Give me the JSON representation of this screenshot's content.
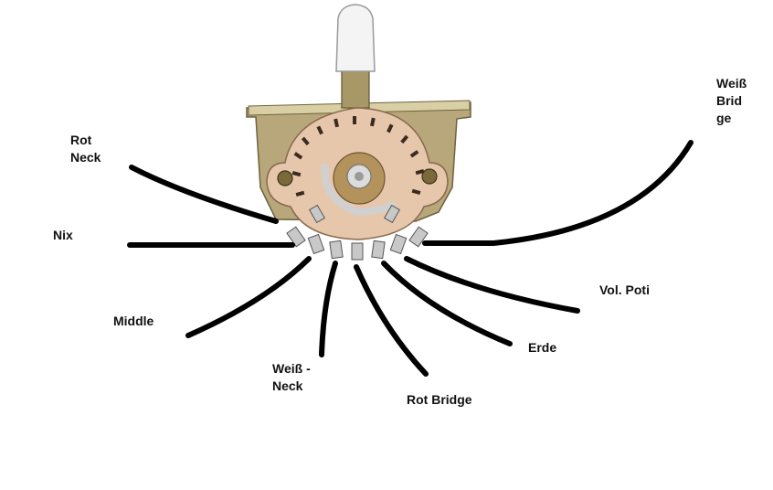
{
  "labels": {
    "rot_neck": [
      "Rot",
      "Neck"
    ],
    "nix": "Nix",
    "middle": "Middle",
    "weiss_neck": [
      "Weiß -",
      "Neck"
    ],
    "rot_bridge": "Rot Bridge",
    "erde": "Erde",
    "vol_poti": "Vol. Poti",
    "weiss_bridge": [
      "Weiß",
      "Brid",
      "ge"
    ]
  },
  "colors": {
    "wire": "#000000",
    "wafer": "#e7c7ac",
    "frame": "#b8a77a",
    "tip": "#f4f4f4",
    "contact": "#c8c8c8",
    "text": "#111111"
  },
  "icons": {
    "switch": "five-way-blade-switch-icon"
  }
}
